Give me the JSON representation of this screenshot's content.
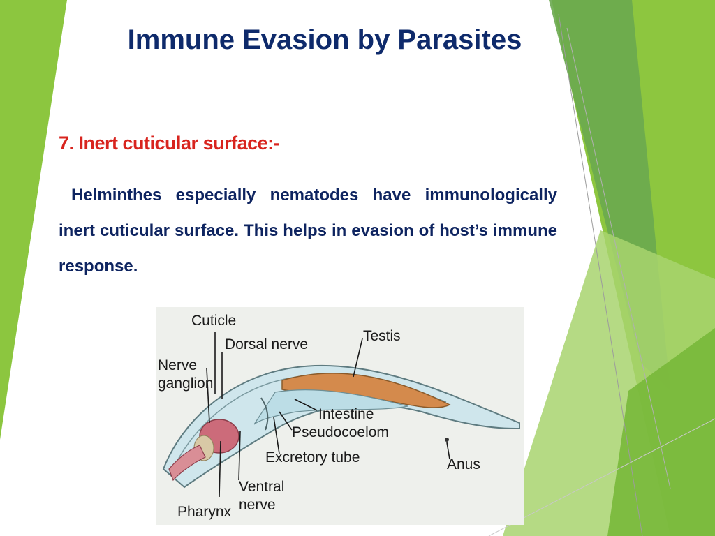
{
  "slide": {
    "title": "Immune Evasion by Parasites",
    "heading": "7.  Inert cuticular surface:-",
    "body": "Helminthes especially nematodes have immunologically inert cuticular surface. This helps in evasion of host’s immune response."
  },
  "figure": {
    "labels": {
      "cuticle": "Cuticle",
      "dorsal_nerve": "Dorsal nerve",
      "nerve": "Nerve",
      "ganglion": "ganglion",
      "testis": "Testis",
      "intestine": "Intestine",
      "pseudocoelom": "Pseudocoelom",
      "excretory_tube": "Excretory tube",
      "anus": "Anus",
      "ventral": "Ventral",
      "nerve2": "nerve",
      "pharynx": "Pharynx"
    }
  },
  "colors": {
    "title": "#0e2a6b",
    "heading": "#d8241e",
    "body": "#0e2460",
    "accent_green": "#8dc63f"
  }
}
